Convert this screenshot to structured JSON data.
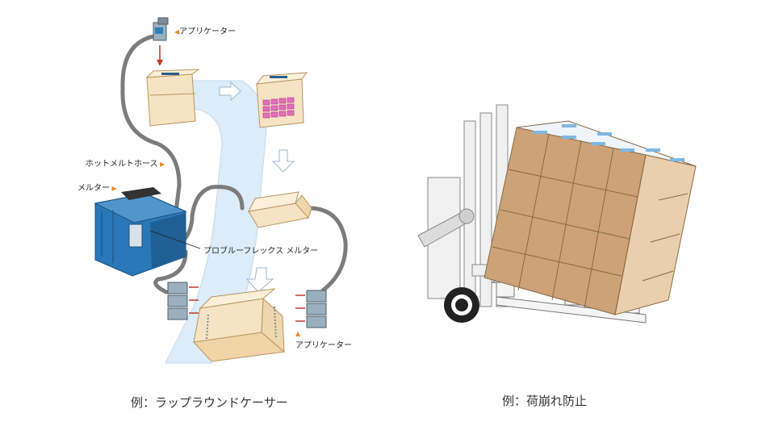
{
  "left_figure": {
    "labels": {
      "applicator_top": "アプリケーター",
      "hot_melt_hose": "ホットメルトホース",
      "melter": "メルター",
      "problue_flex": "プロブルーフレックス メルター",
      "applicator_bottom": "アプリケーター"
    },
    "caption": "例：ラップラウンドケーサー"
  },
  "right_figure": {
    "caption": "例：荷崩れ防止"
  },
  "colors": {
    "conveyor": "#dcecf8",
    "carton": "#f6e3c4",
    "carton_edge": "#b89560",
    "melter_body": "#2a78b8",
    "hose": "#7c7c7c",
    "box": "#cda278",
    "box_light": "#e9cfae",
    "forklift": "#eeeeee",
    "accent": "#e8892a"
  }
}
